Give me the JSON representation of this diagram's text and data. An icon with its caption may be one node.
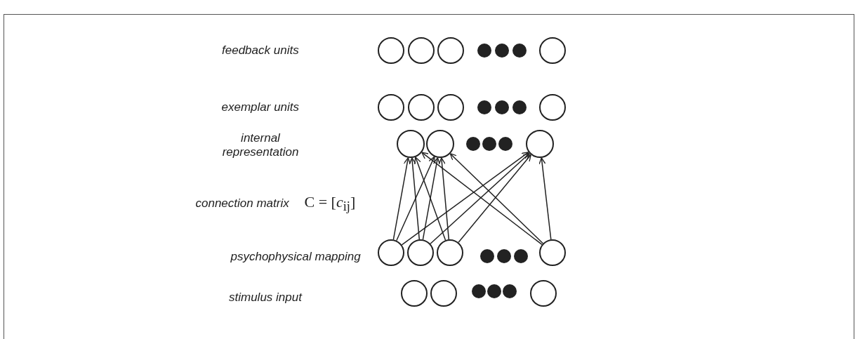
{
  "diagram": {
    "nodes": [
      {
        "text": [],
        "shape": "circle"
      },
      {
        "text": [],
        "shape": "circle"
      },
      {
        "text": [],
        "shape": "circle"
      },
      {
        "text": [],
        "shape": "circle"
      },
      {
        "text": [],
        "shape": "circle"
      },
      {
        "text": [],
        "shape": "circle"
      },
      {
        "text": [],
        "shape": "circle"
      },
      {
        "text": [],
        "shape": "circle"
      },
      {
        "text": [],
        "shape": "circle"
      },
      {
        "text": [],
        "shape": "circle"
      },
      {
        "text": [],
        "shape": "circle"
      },
      {
        "text": [],
        "shape": "circle"
      },
      {
        "text": [],
        "shape": "circle"
      },
      {
        "text": [],
        "shape": "circle"
      },
      {
        "text": [],
        "shape": "circle"
      },
      {
        "text": [],
        "shape": "circle"
      },
      {
        "text": [],
        "shape": "circle"
      },
      {
        "text": [],
        "shape": "circle"
      }
    ],
    "edges": [
      {
        "from": 11,
        "to": 8,
        "arrow": "to"
      },
      {
        "from": 11,
        "to": 9,
        "arrow": "to"
      },
      {
        "from": 11,
        "to": 10,
        "arrow": "to"
      },
      {
        "from": 12,
        "to": 8,
        "arrow": "to"
      },
      {
        "from": 12,
        "to": 9,
        "arrow": "to"
      },
      {
        "from": 12,
        "to": 10,
        "arrow": "to"
      },
      {
        "from": 13,
        "to": 8,
        "arrow": "to"
      },
      {
        "from": 13,
        "to": 9,
        "arrow": "to"
      },
      {
        "from": 13,
        "to": 10,
        "arrow": "to"
      },
      {
        "from": 14,
        "to": 8,
        "arrow": "to"
      },
      {
        "from": 14,
        "to": 9,
        "arrow": "to"
      },
      {
        "from": 14,
        "to": 10,
        "arrow": "to"
      }
    ],
    "labels": [
      "feedback units",
      "exemplar units",
      "internal representation",
      "connection matrix",
      "C = [*c*$_{ij}$]",
      "psychophysical mapping",
      "stimulus input"
    ]
  }
}
